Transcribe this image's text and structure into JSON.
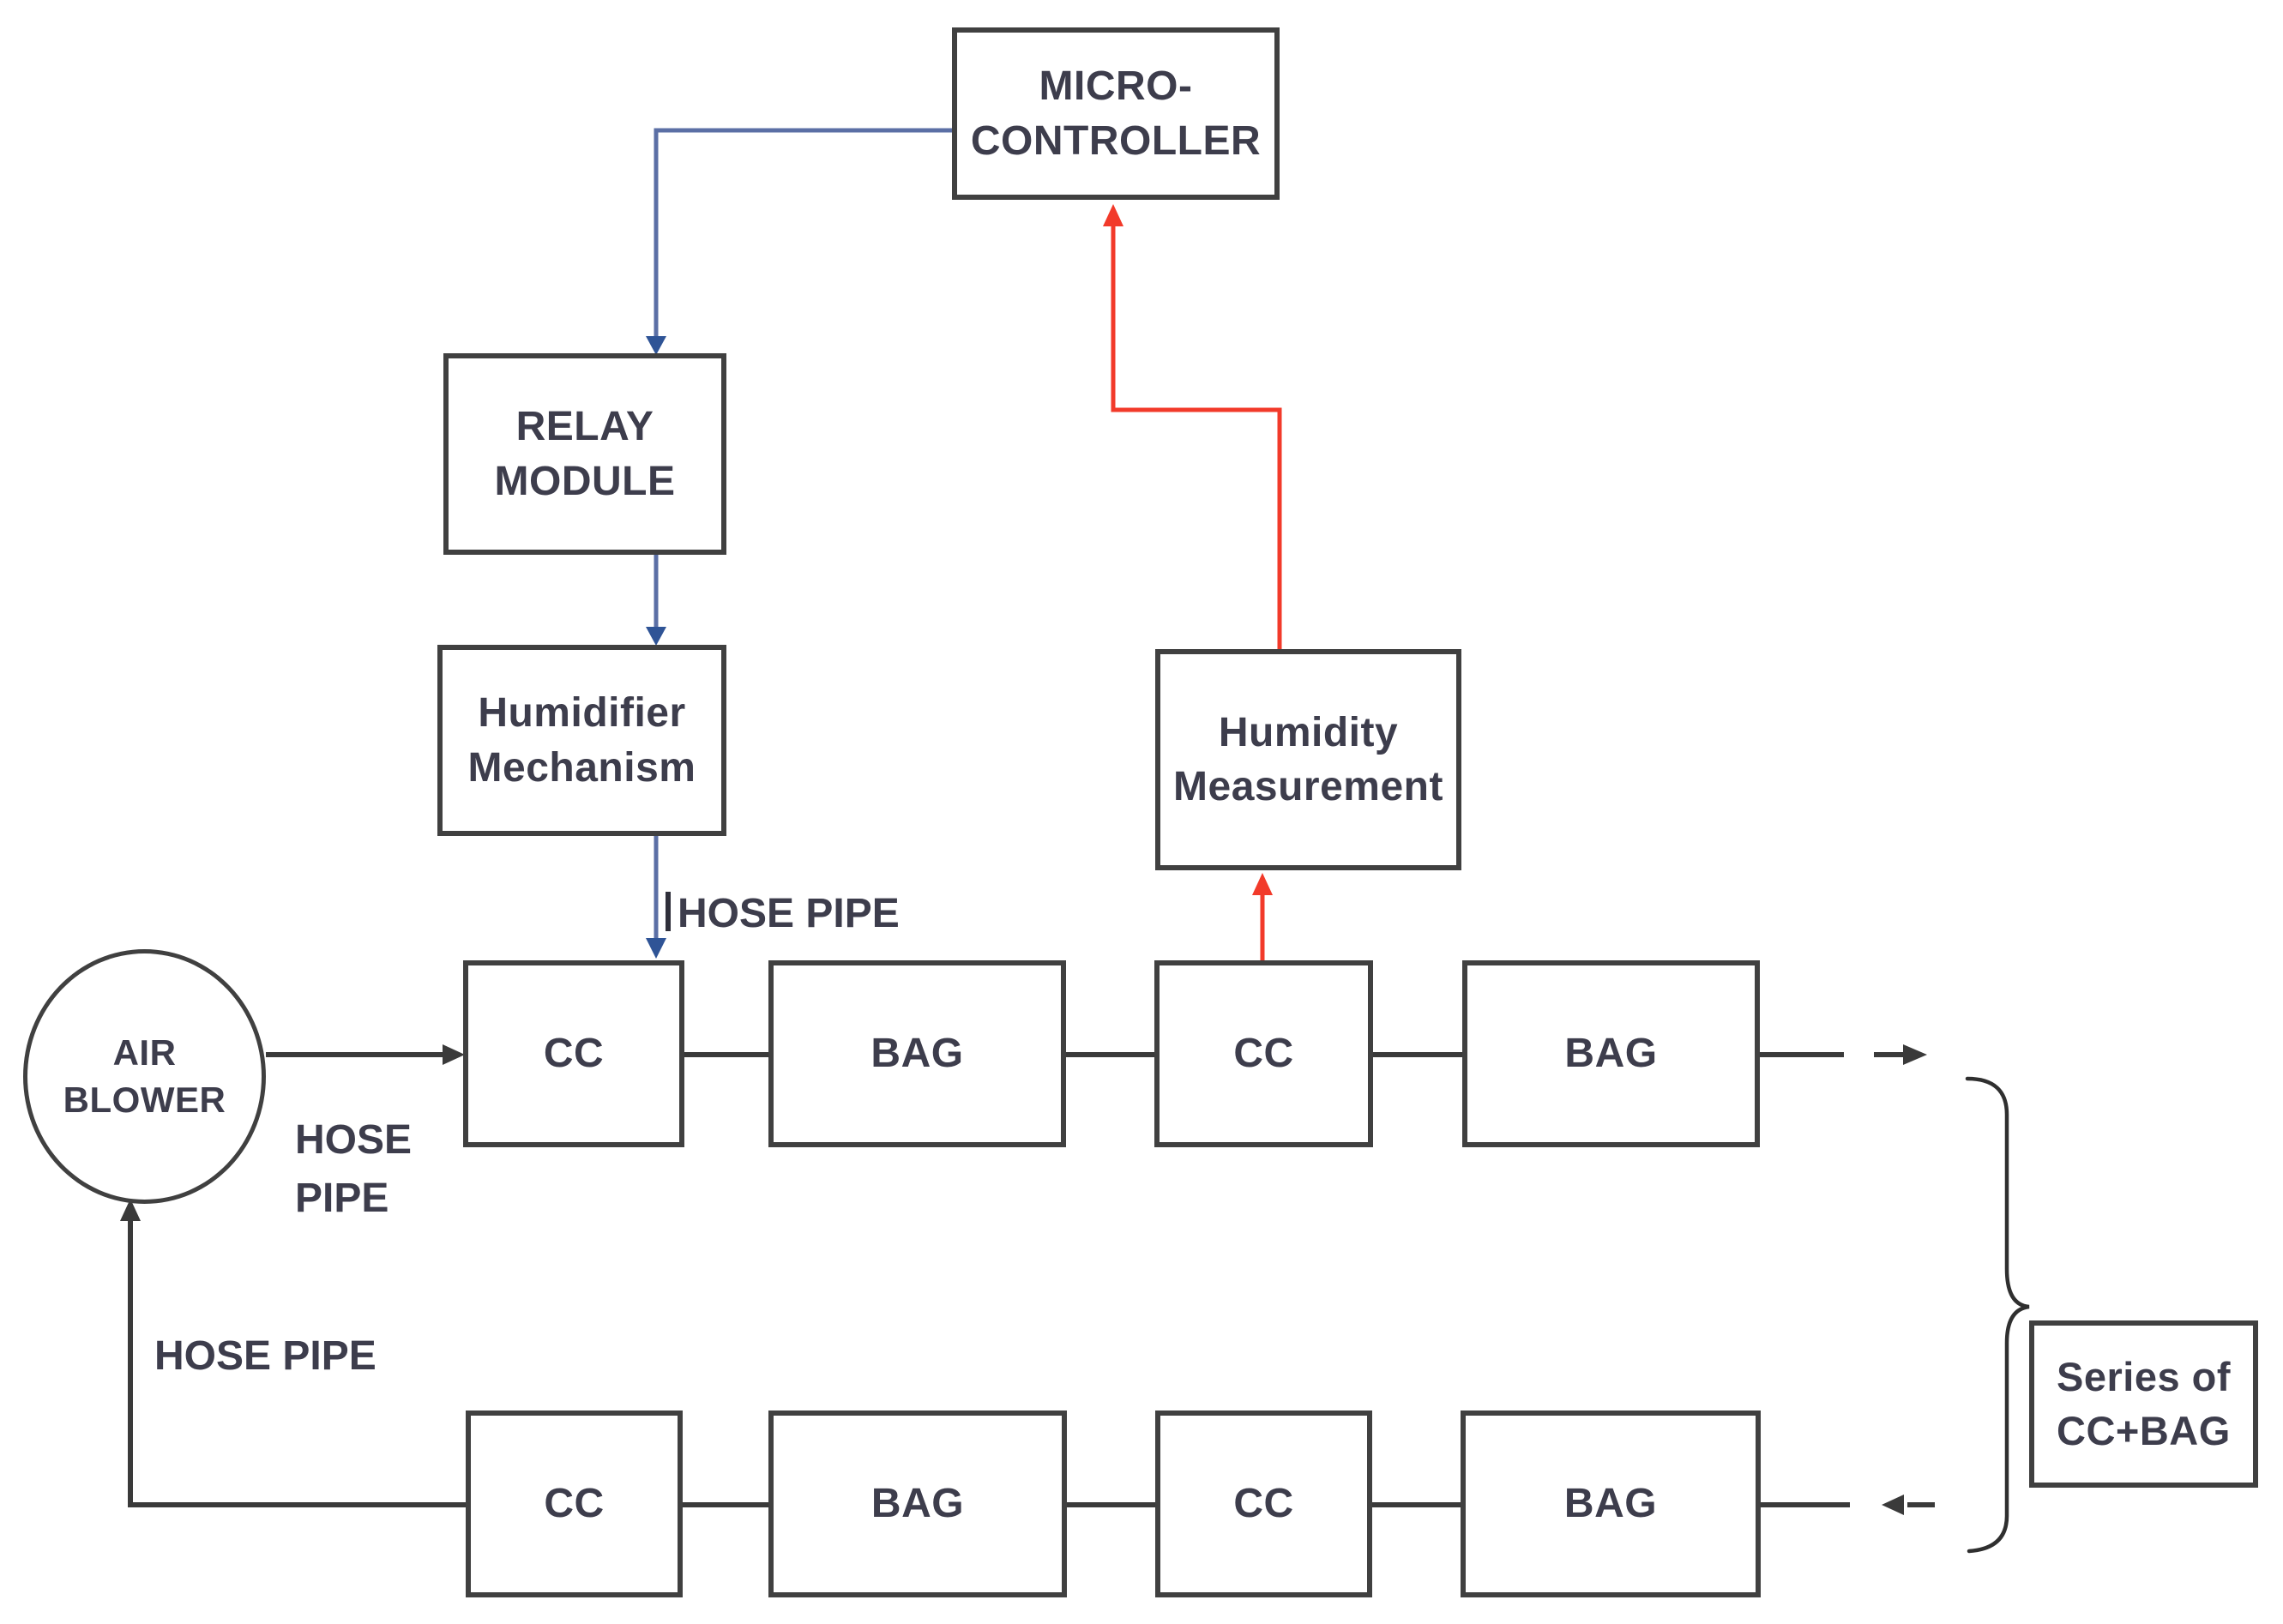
{
  "colors": {
    "control_wire": "#5b6fa5",
    "control_head": "#2f5496",
    "sensor_wire": "#f23a2a",
    "flow_line": "#3a3a3a",
    "box_border": "#404040",
    "text_color": "#3d3d4c"
  },
  "nodes": {
    "microcontroller": {
      "lines": [
        "MICRO-",
        "CONTROLLER"
      ]
    },
    "relay_module": {
      "lines": [
        "RELAY",
        "MODULE"
      ]
    },
    "humidifier_mechanism": {
      "lines": [
        "Humidifier",
        "Mechanism"
      ]
    },
    "humidity_measurement": {
      "lines": [
        "Humidity",
        "Measurement"
      ]
    },
    "air_blower": {
      "lines": [
        "AIR",
        "BLOWER"
      ]
    },
    "series_note": {
      "lines": [
        "Series of",
        "CC+BAG"
      ]
    },
    "top_row": [
      {
        "label": "CC"
      },
      {
        "label": "BAG"
      },
      {
        "label": "CC"
      },
      {
        "label": "BAG"
      }
    ],
    "bottom_row": [
      {
        "label": "CC"
      },
      {
        "label": "BAG"
      },
      {
        "label": "CC"
      },
      {
        "label": "BAG"
      }
    ]
  },
  "labels": {
    "hose_pipe_supply": "HOSE PIPE",
    "hose_pipe_feed_line1": "HOSE",
    "hose_pipe_feed_line2": "PIPE",
    "hose_pipe_return": "HOSE PIPE"
  }
}
